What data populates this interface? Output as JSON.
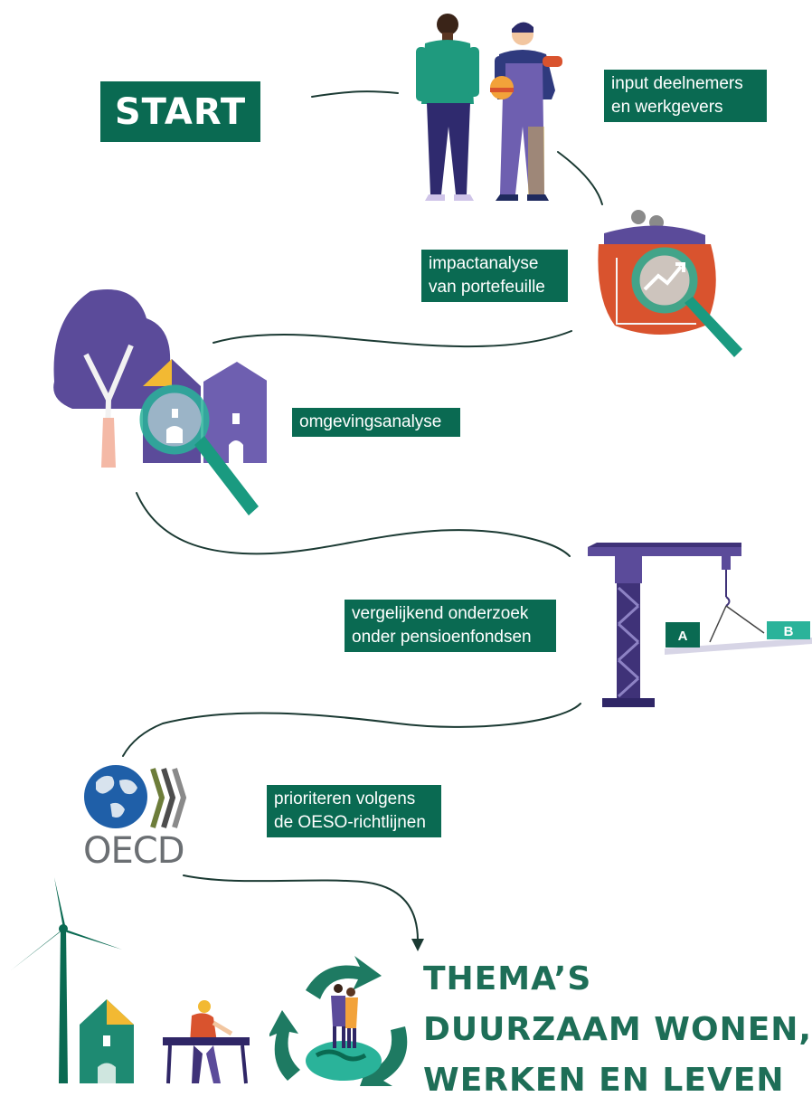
{
  "start": "START",
  "steps": {
    "input": [
      "input deelnemers",
      "en werkgevers"
    ],
    "impact": [
      "impactanalyse",
      "van portefeuille"
    ],
    "omgeving": [
      "omgevingsanalyse"
    ],
    "vergelijkend": [
      "vergelijkend onderzoek",
      "onder pensioenfondsen"
    ],
    "prioriteren": [
      "prioriteren volgens",
      "de OESO-richtlijnen"
    ]
  },
  "oecd_logo": "OECD",
  "crane_signs": {
    "a": "A",
    "b": "B"
  },
  "themes": [
    "THEMA’S",
    "DUURZAAM WONEN,",
    "WERKEN EN LEVEN"
  ],
  "colors": {
    "brand_green": "#0a6a52",
    "title_green": "#1e6e57",
    "purple": "#5b4b9a",
    "teal": "#2ab39a",
    "orange": "#d9532e"
  },
  "icons": [
    "people-icon",
    "purse-magnifier-icon",
    "tree-houses-magnifier-icon",
    "crane-scale-icon",
    "oecd-logo-icon",
    "wind-turbine-icon",
    "house-icon",
    "carpenter-icon",
    "recycle-globe-icon"
  ]
}
